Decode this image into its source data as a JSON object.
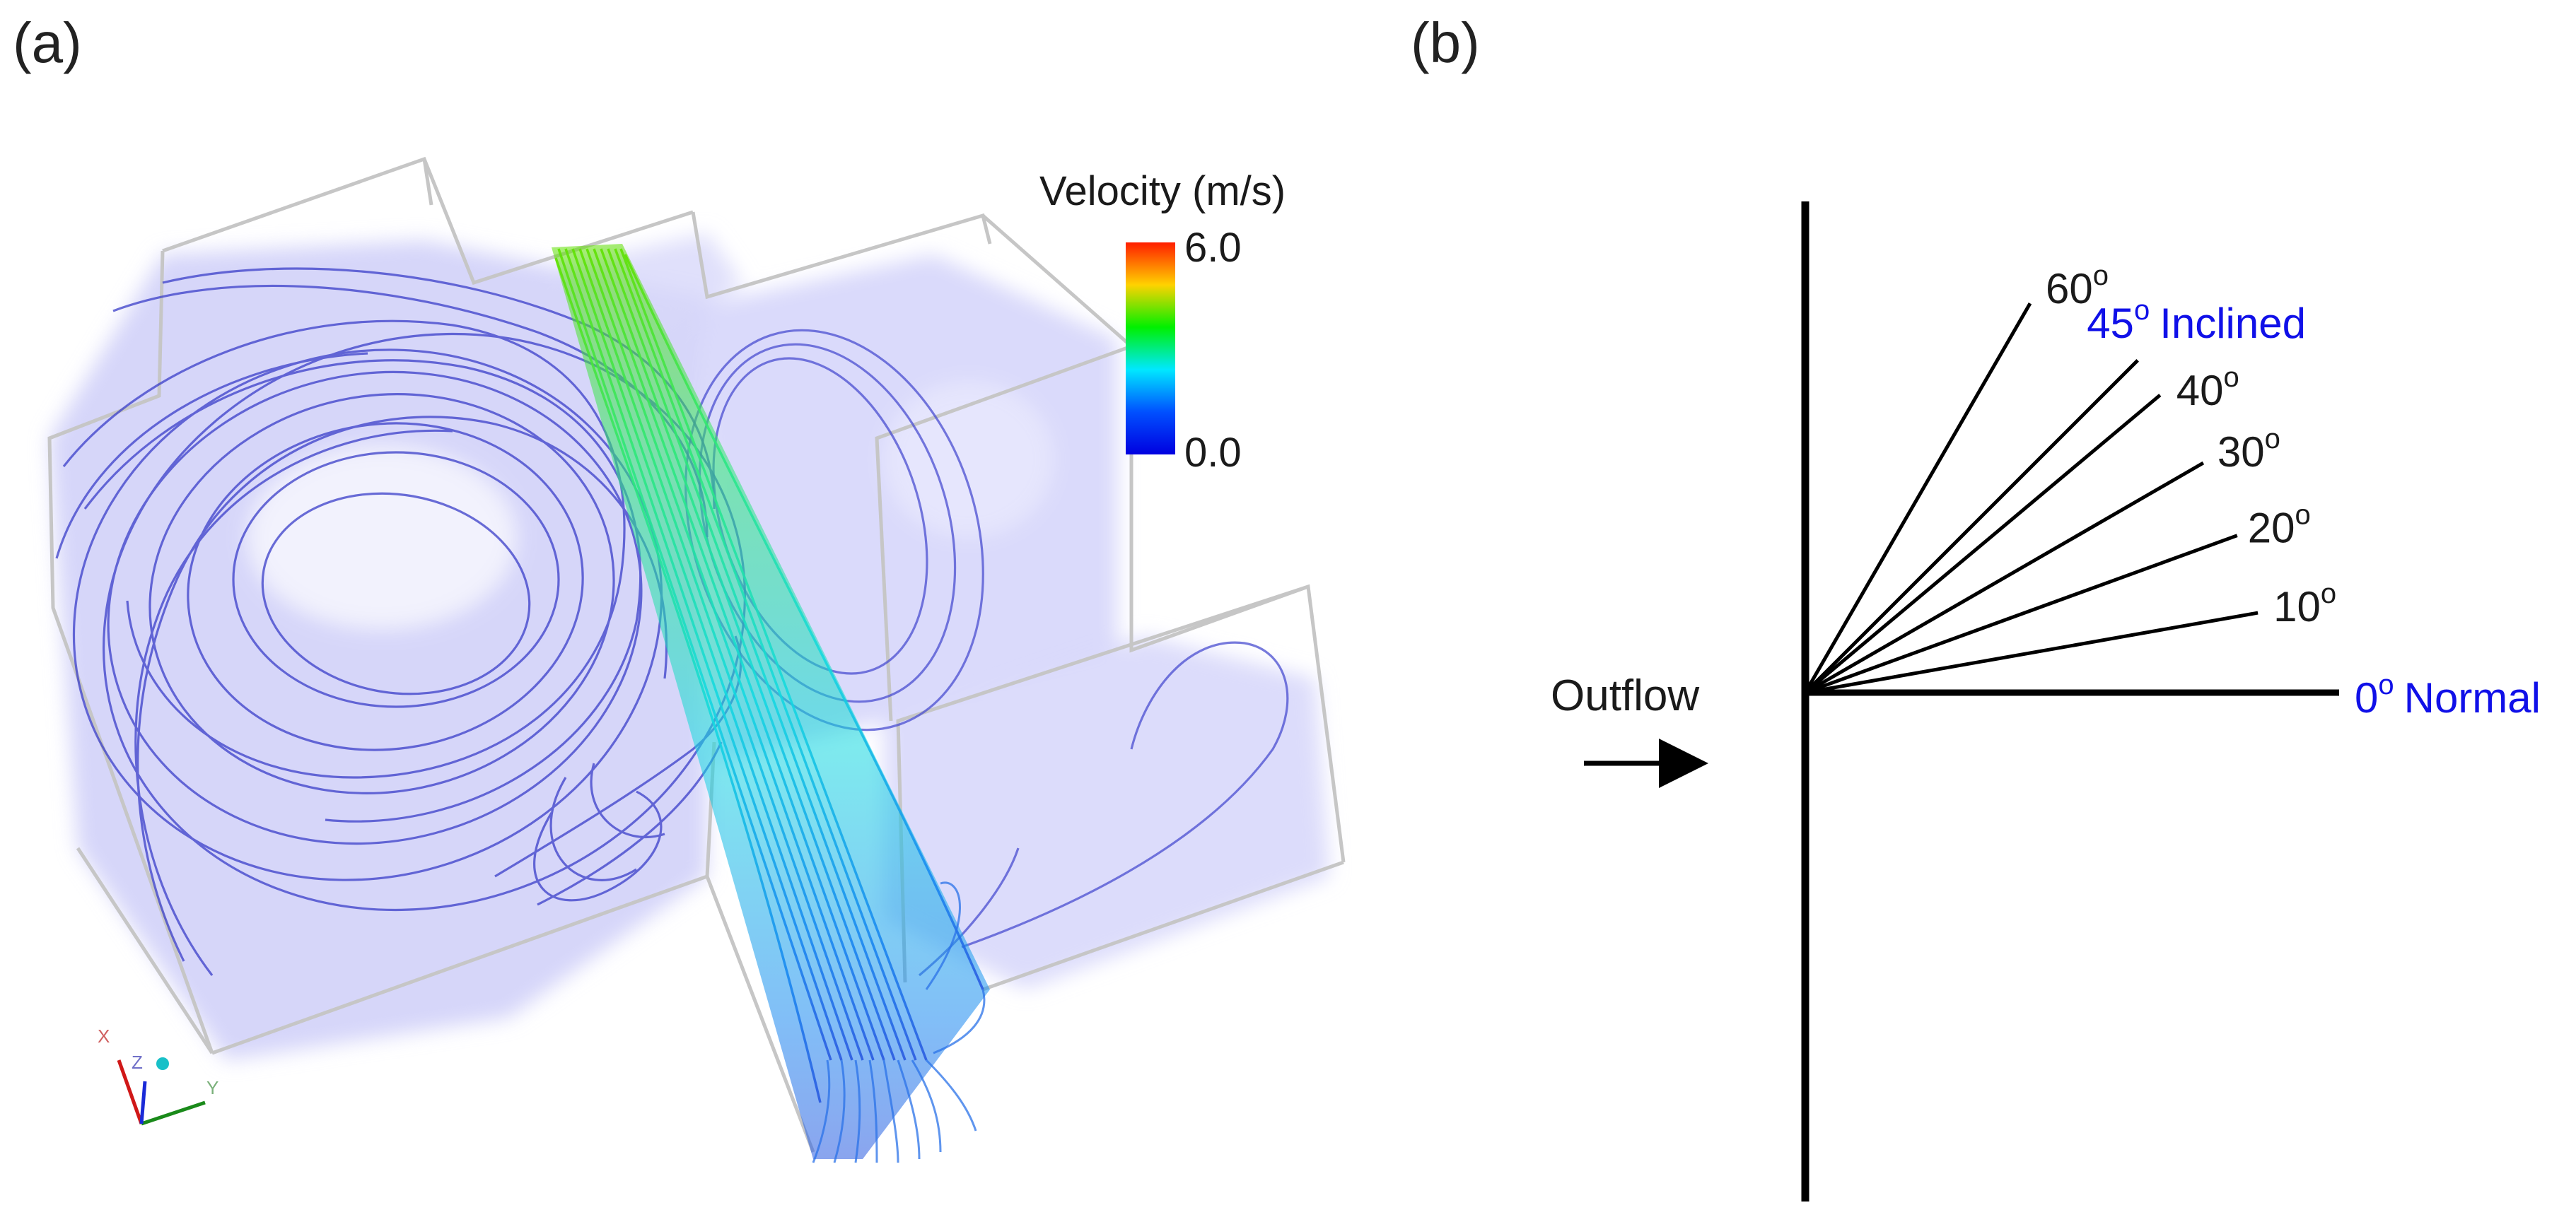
{
  "panel_a": {
    "label": "(a)",
    "colorbar": {
      "title": "Velocity (m/s)",
      "max_label": "6.0",
      "min_label": "0.0",
      "stops": [
        "#ff1e00",
        "#ffd200",
        "#00f000",
        "#00e8ff",
        "#0050ff",
        "#0000e0"
      ]
    },
    "axis_triad": {
      "x": "X",
      "y": "Y",
      "z": "Z",
      "x_color": "#d01818",
      "y_color": "#1a8a1a",
      "z_color": "#1a2ad8"
    }
  },
  "panel_b": {
    "label": "(b)",
    "outflow_label": "Outflow",
    "angles": [
      {
        "value": 0,
        "text": "0",
        "unit": "o",
        "suffix": "Normal",
        "highlight": true
      },
      {
        "value": 10,
        "text": "10",
        "unit": "o",
        "suffix": "",
        "highlight": false
      },
      {
        "value": 20,
        "text": "20",
        "unit": "o",
        "suffix": "",
        "highlight": false
      },
      {
        "value": 30,
        "text": "30",
        "unit": "o",
        "suffix": "",
        "highlight": false
      },
      {
        "value": 40,
        "text": "40",
        "unit": "o",
        "suffix": "",
        "highlight": false
      },
      {
        "value": 45,
        "text": "45",
        "unit": "o",
        "suffix": "Inclined",
        "highlight": true
      },
      {
        "value": 60,
        "text": "60",
        "unit": "o",
        "suffix": "",
        "highlight": false
      }
    ],
    "highlight_color": "#1010e8",
    "line_color": "#000000"
  }
}
